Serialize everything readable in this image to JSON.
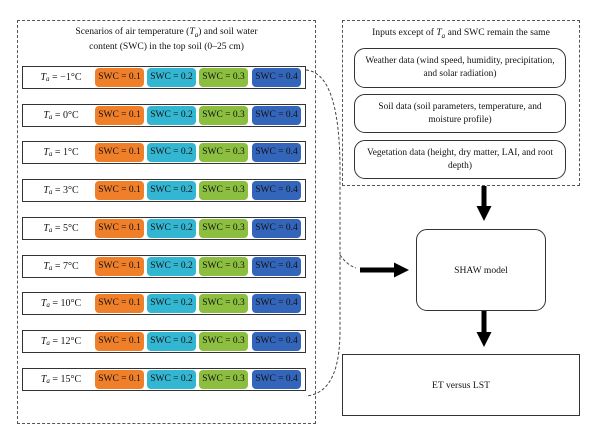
{
  "scenarios": {
    "title_line1_before": "Scenarios of air temperature (",
    "title_symbol": "T",
    "title_sub": "a",
    "title_line1_after": ") and soil water",
    "title_line2": "content (SWC) in the top soil (0–25 cm)",
    "symbol": "T",
    "subscript": "a",
    "rows": [
      {
        "temp": " = −1°C"
      },
      {
        "temp": " = 0°C"
      },
      {
        "temp": " = 1°C"
      },
      {
        "temp": " = 3°C"
      },
      {
        "temp": " = 5°C"
      },
      {
        "temp": " = 7°C"
      },
      {
        "temp": " = 10°C"
      },
      {
        "temp": " = 12°C"
      },
      {
        "temp": " = 15°C"
      }
    ],
    "swc_levels": [
      {
        "label": "SWC = 0.1",
        "color": "#f07f2a"
      },
      {
        "label": "SWC = 0.2",
        "color": "#33b6d2"
      },
      {
        "label": "SWC = 0.3",
        "color": "#8cbf3f"
      },
      {
        "label": "SWC = 0.4",
        "color": "#3366bb"
      }
    ]
  },
  "inputs": {
    "title_before": "Inputs except of ",
    "title_symbol": "T",
    "title_sub": "a",
    "title_after": " and SWC remain the same",
    "items": [
      "Weather data (wind speed, humidity, precipitation, and solar radiation)",
      "Soil data (soil parameters, temperature, and moisture profile)",
      "Vegetation data (height, dry matter, LAI, and root depth)"
    ]
  },
  "model": {
    "label": "SHAW model"
  },
  "output": {
    "label": "ET versus LST"
  }
}
